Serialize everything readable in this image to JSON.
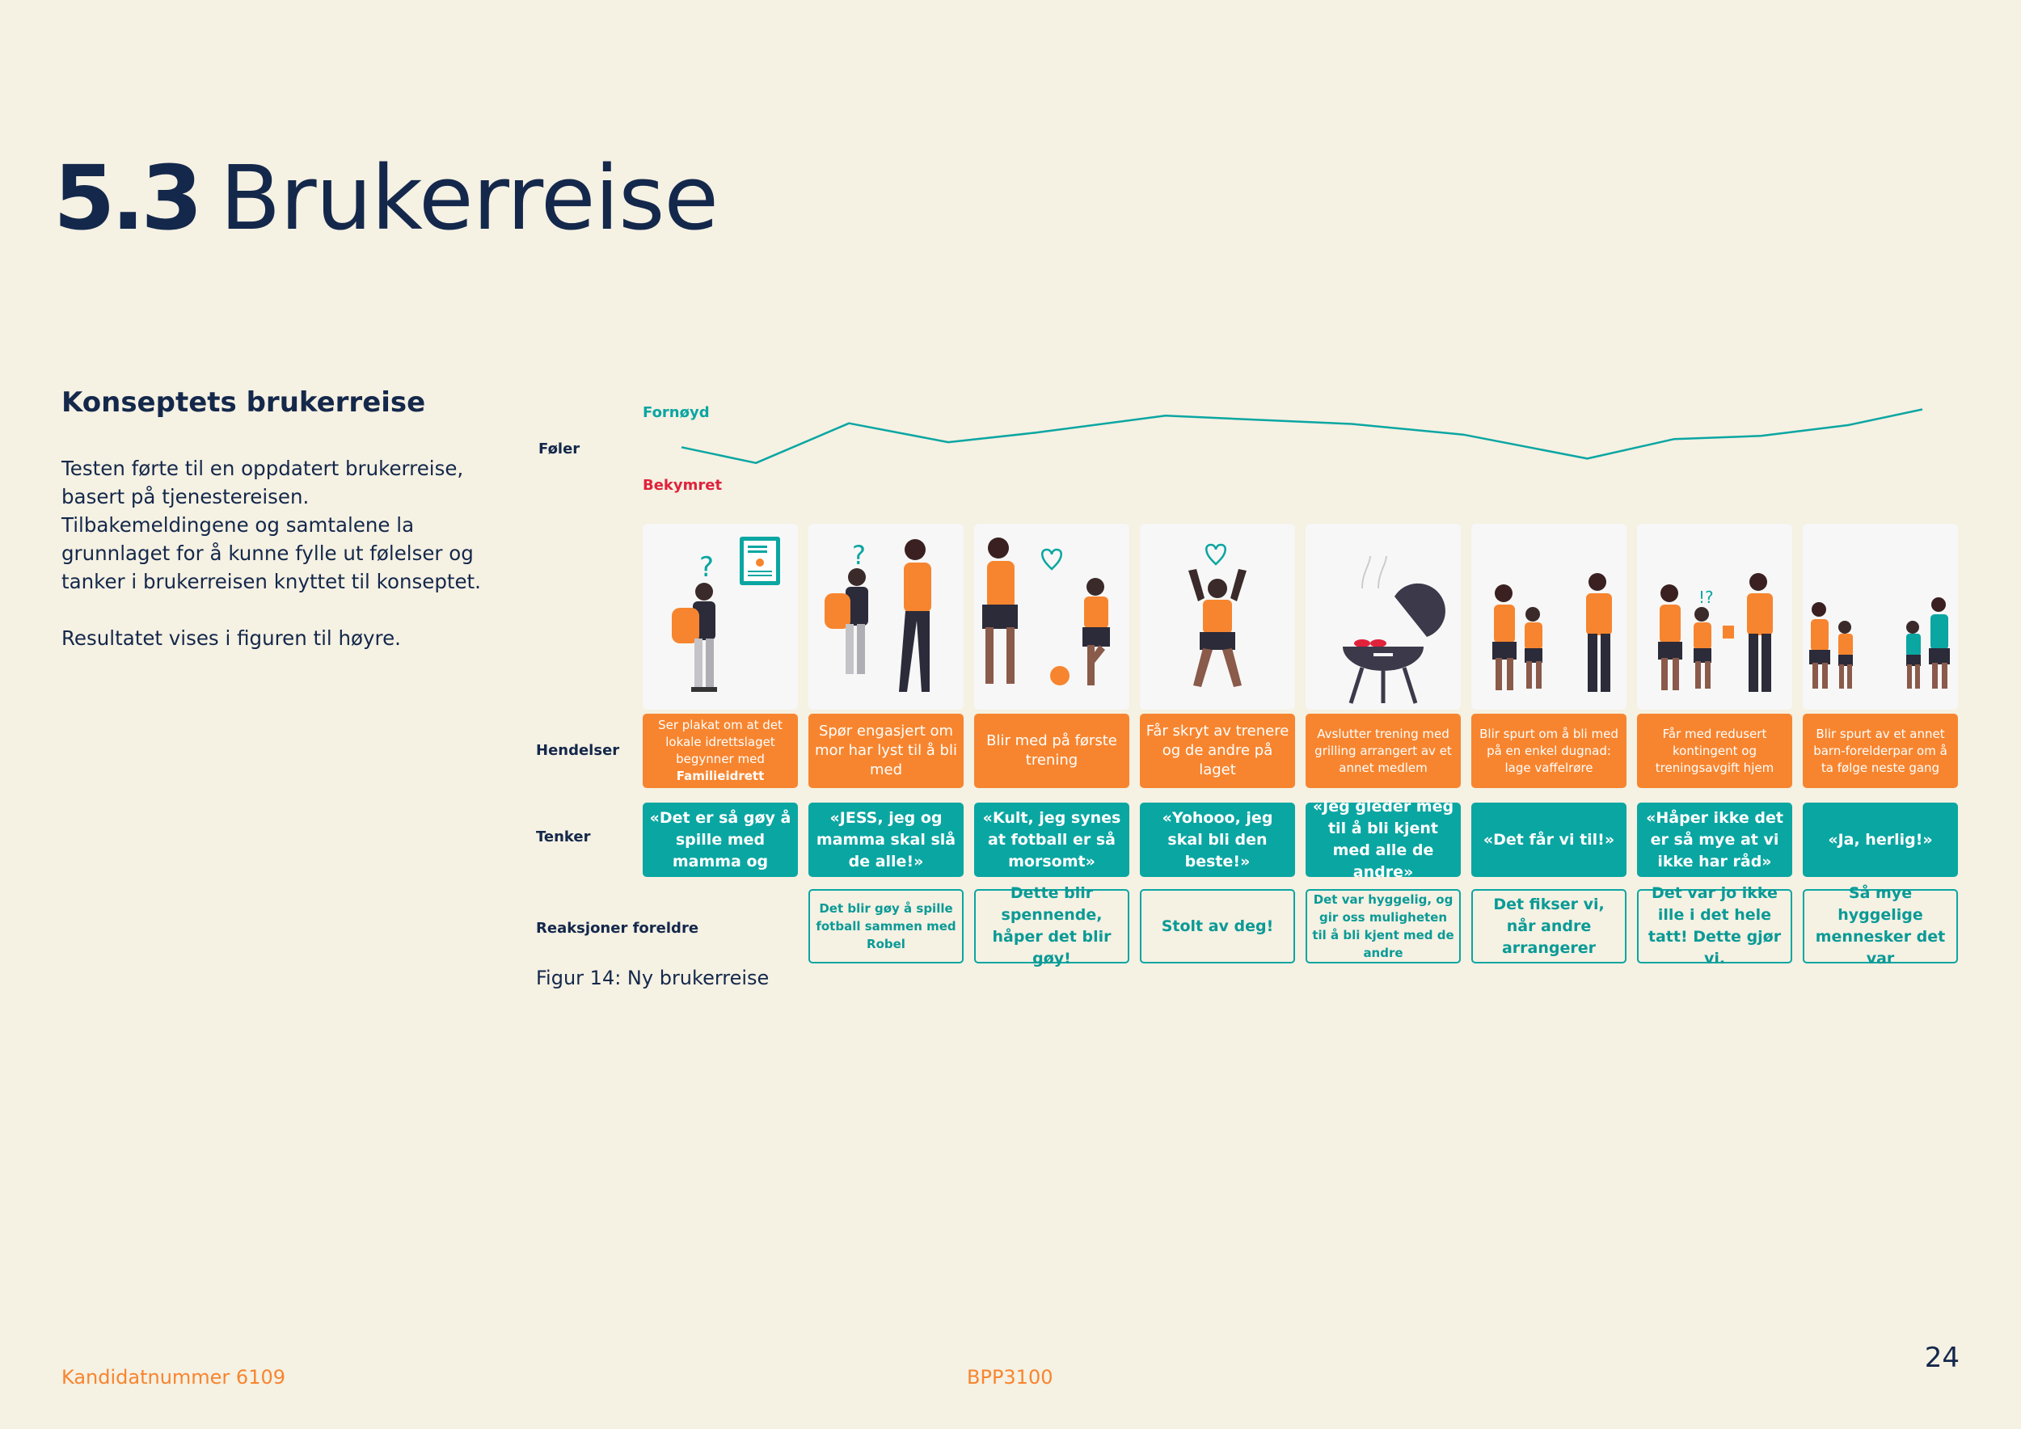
{
  "page": {
    "section_number": "5.3",
    "section_title": "Brukerreise",
    "subtitle": "Konseptets brukerreise",
    "intro_paragraphs": [
      "Testen førte til en oppdatert brukerreise, basert på tjenestereisen. Tilbakemeldingene og samtalene la grunnlaget for å kunne fylle ut følelser og tanker i brukerreisen knyttet til konseptet.",
      "Resultatet vises i figuren til høyre."
    ],
    "page_number": "24"
  },
  "journey": {
    "row_labels": {
      "feeling": "Føler",
      "events": "Hendelser",
      "thoughts": "Tenker",
      "reactions": "Reaksjoner foreldre"
    },
    "feeling_levels": {
      "high": "Fornøyd",
      "low": "Bekymret"
    },
    "colors": {
      "orange": "#f7852f",
      "teal": "#0aa6a2",
      "navy": "#14284b",
      "red": "#e0223b",
      "background": "#f5f1e3"
    },
    "steps": [
      {
        "event": "Ser plakat om at det lokale idrettslaget begynner med",
        "event_bold": "Familieidrett",
        "thought": "«Det er så gøy å spille med mamma og",
        "reaction": ""
      },
      {
        "event": "Spør engasjert om mor har lyst til å bli med",
        "event_bold": "",
        "thought": "«JESS, jeg og mamma skal slå de alle!»",
        "reaction": "Det blir gøy å spille fotball sammen med Robel"
      },
      {
        "event": "Blir med på første trening",
        "event_bold": "",
        "thought": "«Kult, jeg synes at fotball er så morsomt»",
        "reaction": "Dette blir spennende, håper det blir gøy!"
      },
      {
        "event": "Får skryt av trenere og de andre på laget",
        "event_bold": "",
        "thought": "«Yohooo, jeg skal bli den beste!»",
        "reaction": "Stolt av deg!"
      },
      {
        "event": "Avslutter trening med grilling arrangert av et annet medlem",
        "event_bold": "",
        "thought": "«Jeg gleder meg til å bli kjent med alle de andre»",
        "reaction": "Det var hyggelig, og gir oss muligheten til å bli kjent med de andre"
      },
      {
        "event": "Blir spurt om å bli med på en enkel dugnad: lage vaffelrøre",
        "event_bold": "",
        "thought": "«Det får vi til!»",
        "reaction": "Det fikser vi, når andre arrangerer"
      },
      {
        "event": "Får med redusert kontingent og treningsavgift hjem",
        "event_bold": "",
        "thought": "«Håper ikke det er så mye at vi ikke har råd»",
        "reaction": "Det var jo ikke ille i det hele tatt! Dette gjør vi."
      },
      {
        "event": "Blir spurt av et annet barn-forelderpar om å ta følge neste gang",
        "event_bold": "",
        "thought": "«Ja, herlig!»",
        "reaction": "Så mye hyggelige mennesker det var"
      }
    ],
    "emotion_curve": [
      {
        "t": 0.0,
        "level": 0.47
      },
      {
        "t": 0.06,
        "level": 0.22
      },
      {
        "t": 0.135,
        "level": 0.85
      },
      {
        "t": 0.215,
        "level": 0.55
      },
      {
        "t": 0.285,
        "level": 0.7
      },
      {
        "t": 0.39,
        "level": 0.97
      },
      {
        "t": 0.54,
        "level": 0.84
      },
      {
        "t": 0.63,
        "level": 0.67
      },
      {
        "t": 0.73,
        "level": 0.29
      },
      {
        "t": 0.8,
        "level": 0.6
      },
      {
        "t": 0.87,
        "level": 0.65
      },
      {
        "t": 0.94,
        "level": 0.82
      },
      {
        "t": 1.0,
        "level": 1.07
      }
    ],
    "illustration_icons": [
      [
        "child-with-backpack-icon",
        "question-mark-icon",
        "poster-icon"
      ],
      [
        "child-with-backpack-icon",
        "question-mark-icon",
        "mother-icon"
      ],
      [
        "mother-kicking-icon",
        "child-with-ball-icon",
        "heart-icon"
      ],
      [
        "child-celebrating-icon",
        "heart-icon"
      ],
      [
        "grill-icon"
      ],
      [
        "mother-icon",
        "child-icon",
        "coach-icon"
      ],
      [
        "mother-icon",
        "child-icon",
        "coach-with-paper-icon",
        "exclamation-question-icon"
      ],
      [
        "mother-icon",
        "child-icon",
        "child-icon",
        "other-parent-icon"
      ]
    ],
    "caption": "Figur 14: Ny brukerreise"
  },
  "footer": {
    "candidate": "Kandidatnummer 6109",
    "course": "BPP3100"
  }
}
